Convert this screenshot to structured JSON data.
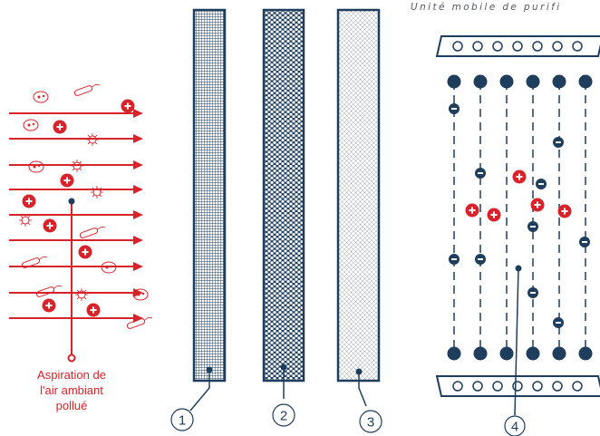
{
  "title": "Unité mobile de purifi",
  "caption": [
    "Aspiration de",
    "l'air ambiant",
    "pollué"
  ],
  "labels": [
    "1",
    "2",
    "3",
    "4"
  ],
  "colors": {
    "navy": "#1f3d5c",
    "red": "#d8232a",
    "grey": "#555a66"
  },
  "icons": {
    "positive": "plus-ion-icon",
    "negative": "minus-ion-icon",
    "pollutant": "microbe-icon"
  }
}
